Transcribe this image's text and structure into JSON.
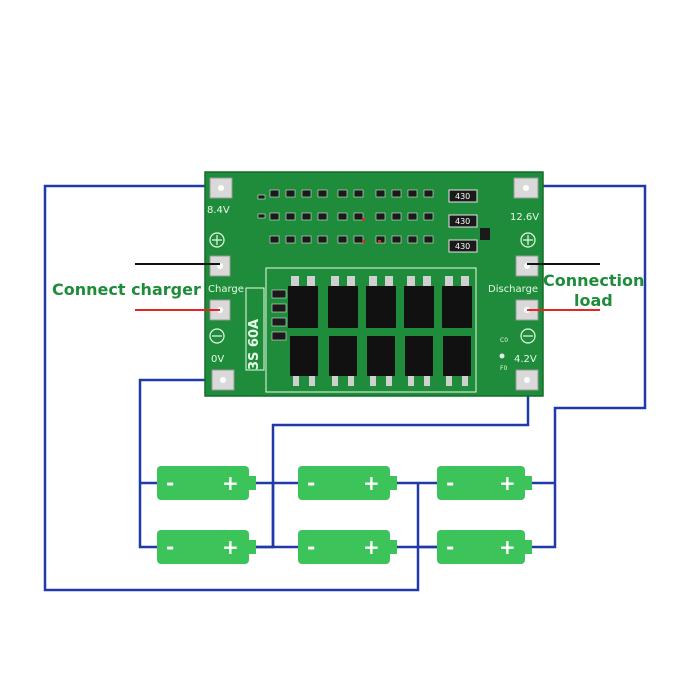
{
  "colors": {
    "wire_blue": "#1f3aa8",
    "wire_red": "#e52521",
    "wire_black": "#111111",
    "pcb_green": "#1e8c3a",
    "battery_green": "#3cc45a",
    "label_green": "#1e8c3a"
  },
  "board": {
    "label_8v4": "8.4V",
    "label_charge": "Charge",
    "label_0v": "0V",
    "label_12v6": "12.6V",
    "label_discharge": "Discharge",
    "label_4v2": "4.2V",
    "model": "3S 60A",
    "resistor_label": "430",
    "tiny_c0": "C0",
    "tiny_f0": "F0"
  },
  "labels": {
    "connect_charger": "Connect charger",
    "connection_line1": "Connection",
    "connection_line2": "load"
  },
  "battery": {
    "minus": "-",
    "plus": "+"
  },
  "icons": {
    "plus_pad": "plus-circle-icon",
    "minus_pad": "minus-circle-icon"
  }
}
